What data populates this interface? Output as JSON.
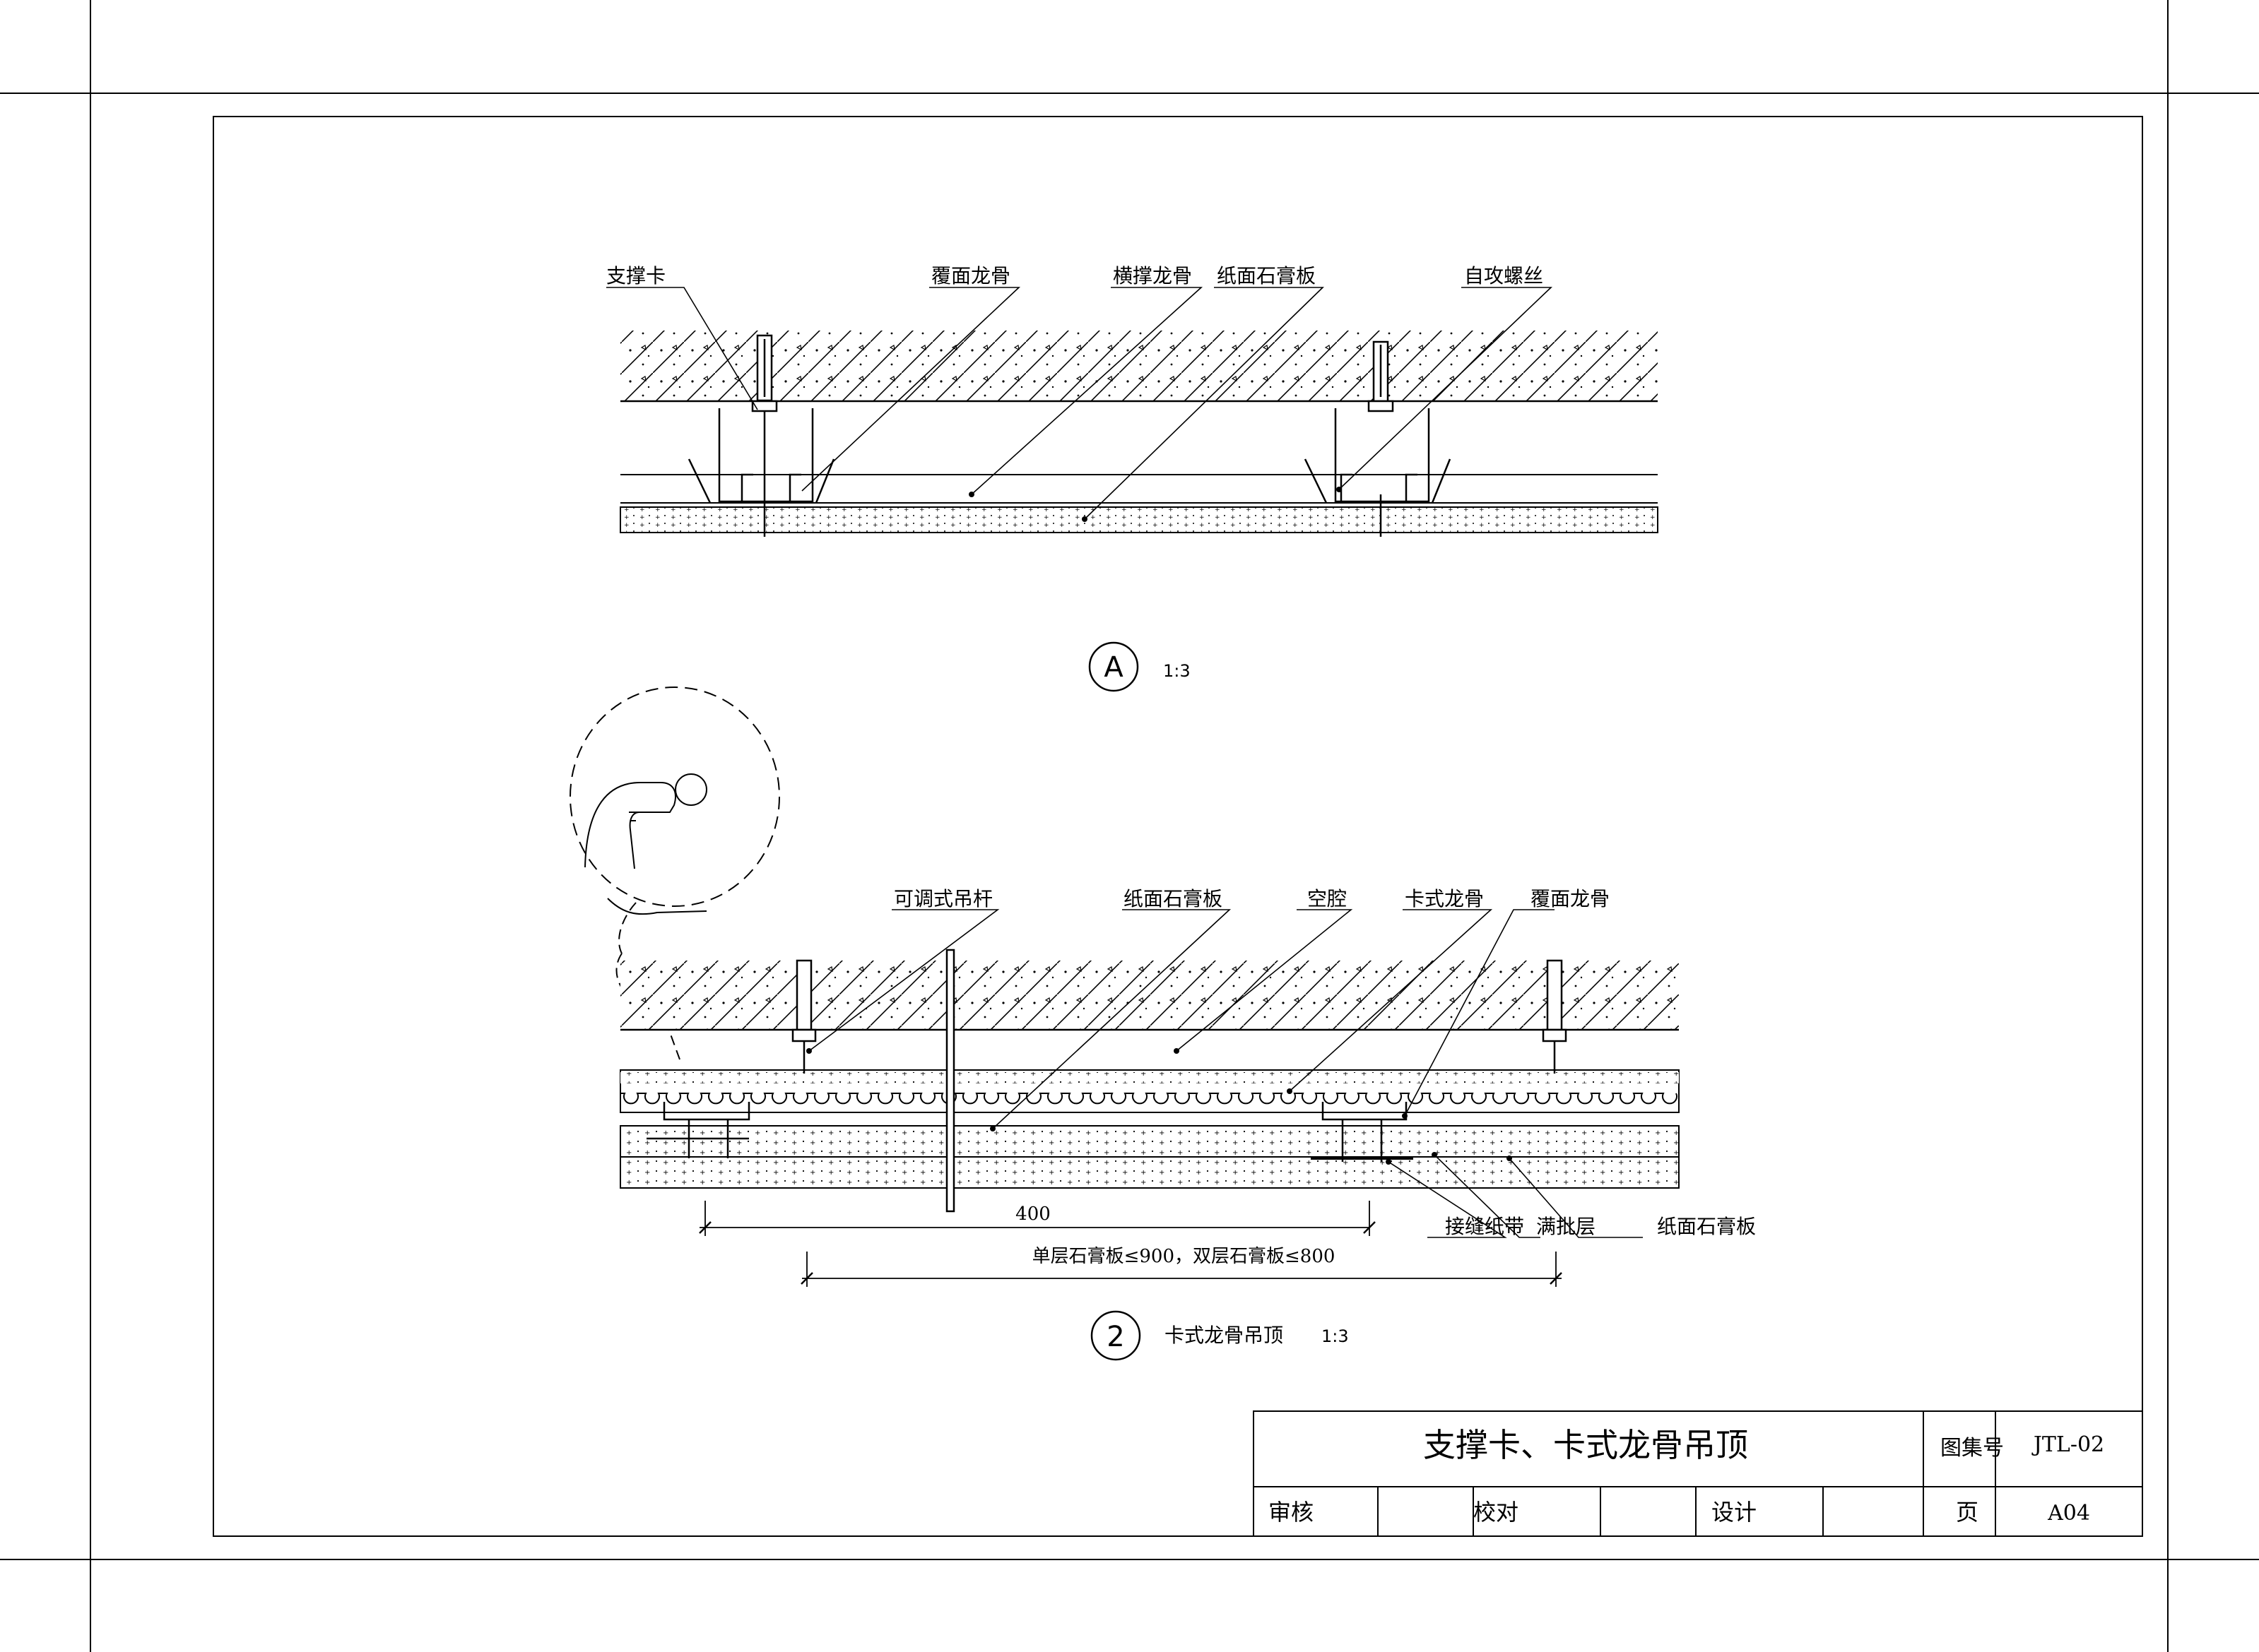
{
  "detail_a": {
    "labels": {
      "support_clip": "支撑卡",
      "cover_keel": "覆面龙骨",
      "cross_keel": "横撑龙骨",
      "gypsum_board": "纸面石膏板",
      "self_tapping_screw": "自攻螺丝"
    },
    "ref": "A",
    "scale": "1:3"
  },
  "detail_2": {
    "labels": {
      "adjustable_hanger": "可调式吊杆",
      "gypsum_board": "纸面石膏板",
      "cavity": "空腔",
      "clip_keel": "卡式龙骨",
      "cover_keel": "覆面龙骨",
      "joint_tape": "接缝纸带",
      "full_putty": "满批层",
      "gypsum_board_bottom": "纸面石膏板"
    },
    "dim_400": "400",
    "dim_span": "单层石膏板≤900，双层石膏板≤800",
    "ref": "2",
    "title": "卡式龙骨吊顶",
    "scale": "1:3"
  },
  "title_block": {
    "drawing_title": "支撑卡、卡式龙骨吊顶",
    "atlas_no_label": "图集号",
    "atlas_no": "JTL-02",
    "review": "审核",
    "check": "校对",
    "design": "设计",
    "page_label": "页",
    "page": "A04"
  }
}
